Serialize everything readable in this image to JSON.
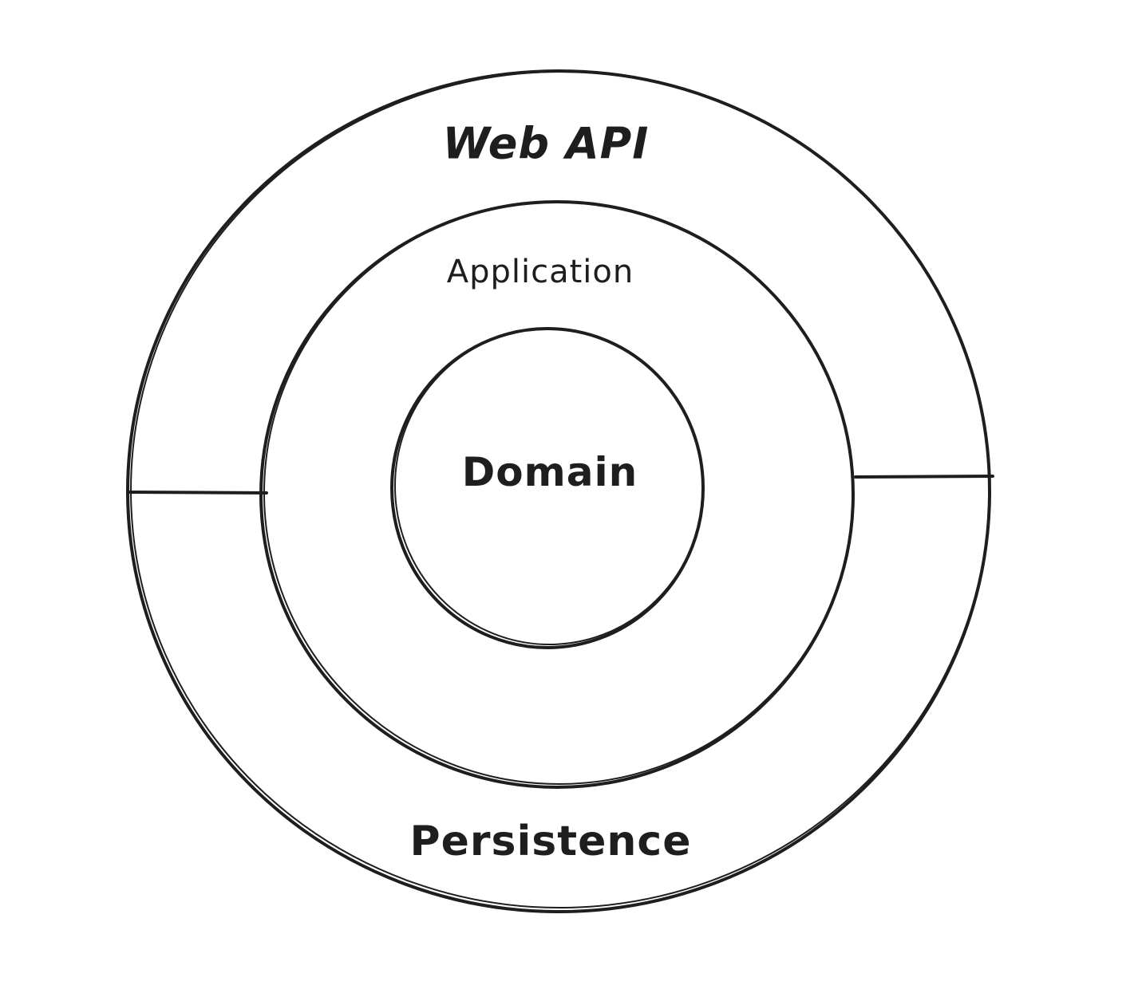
{
  "diagram": {
    "colors": {
      "stroke": "#1e1e1e",
      "background": "#ffffff"
    },
    "layers": {
      "web_api": "Web API",
      "application": "Application",
      "domain": "Domain",
      "persistence": "Persistence"
    }
  }
}
